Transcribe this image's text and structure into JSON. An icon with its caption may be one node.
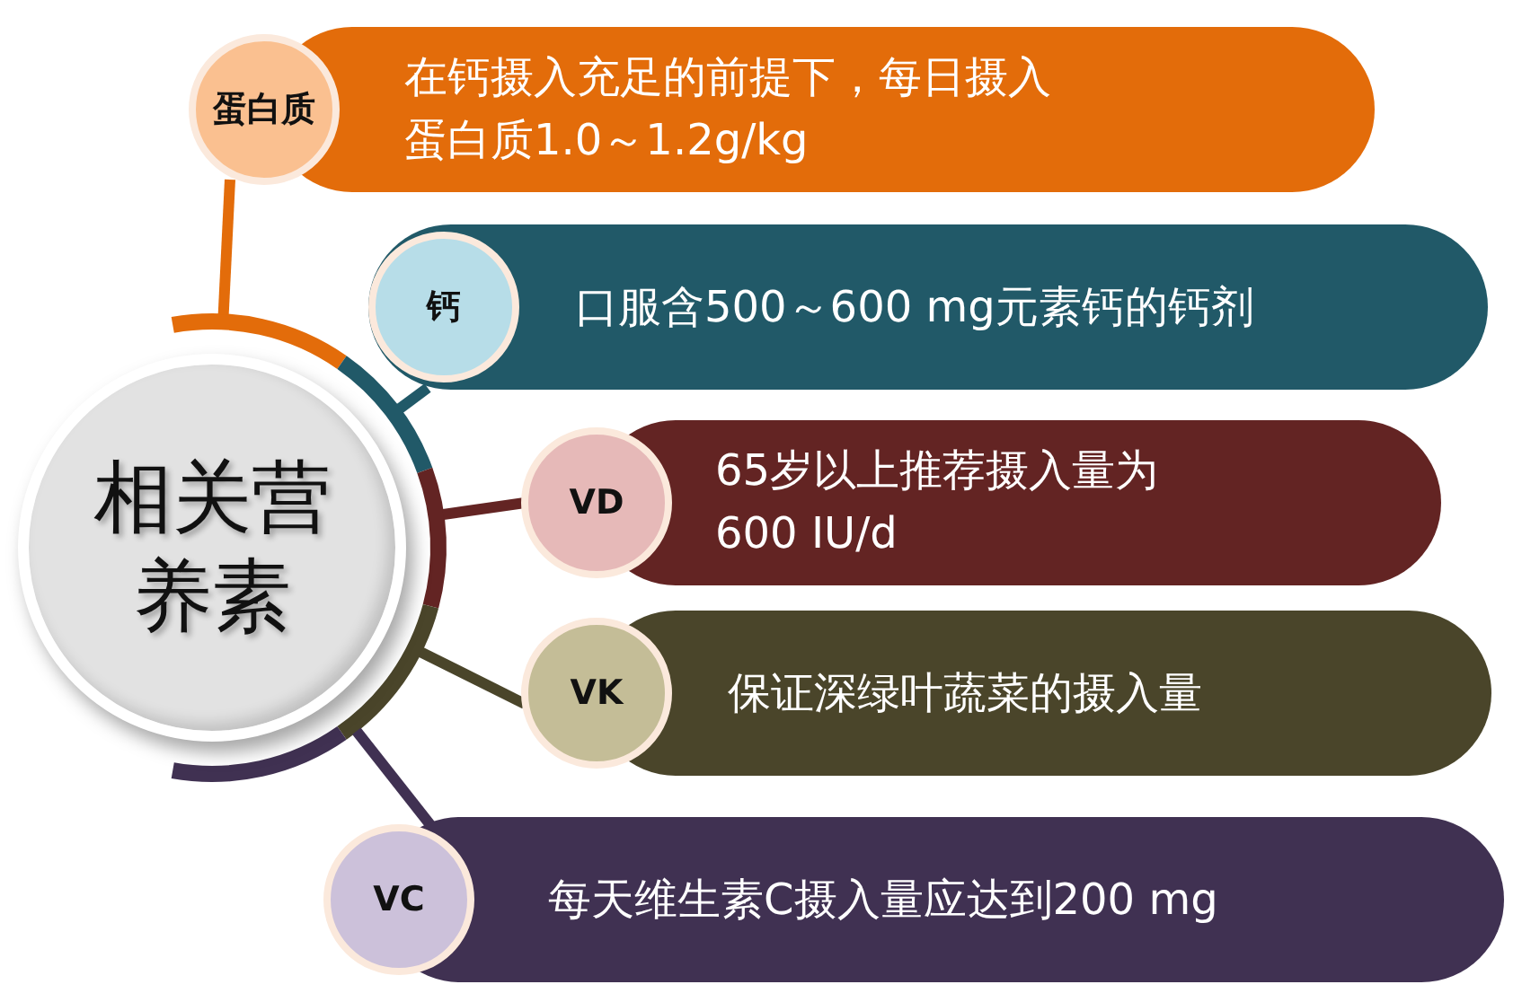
{
  "diagram": {
    "nodes": [
      {
        "text": [
          "相关营养素"
        ]
      },
      {
        "text": [
          "蛋白质",
          "在钙摄入充足的前提下，每日摄入蛋白质1.0～1.2g/kg"
        ]
      },
      {
        "text": [
          "钙",
          "口服含500～600 mg元素钙的钙剂"
        ]
      },
      {
        "text": [
          "VD",
          "65岁以上推荐摄入量为600 IU/d"
        ]
      },
      {
        "text": [
          "VK",
          "保证深绿叶蔬菜的摄入量"
        ]
      },
      {
        "text": [
          "VC",
          "每天维生素C摄入量应达到200 mg"
        ]
      }
    ],
    "edges": [
      {
        "from": 0,
        "to": 1,
        "arrow": "none",
        "color": "#e36c0a"
      },
      {
        "from": 0,
        "to": 2,
        "arrow": "none",
        "color": "#215968"
      },
      {
        "from": 0,
        "to": 3,
        "arrow": "none",
        "color": "#632423"
      },
      {
        "from": 0,
        "to": 4,
        "arrow": "none",
        "color": "#4a452a"
      },
      {
        "from": 0,
        "to": 5,
        "arrow": "none",
        "color": "#403152"
      }
    ]
  }
}
